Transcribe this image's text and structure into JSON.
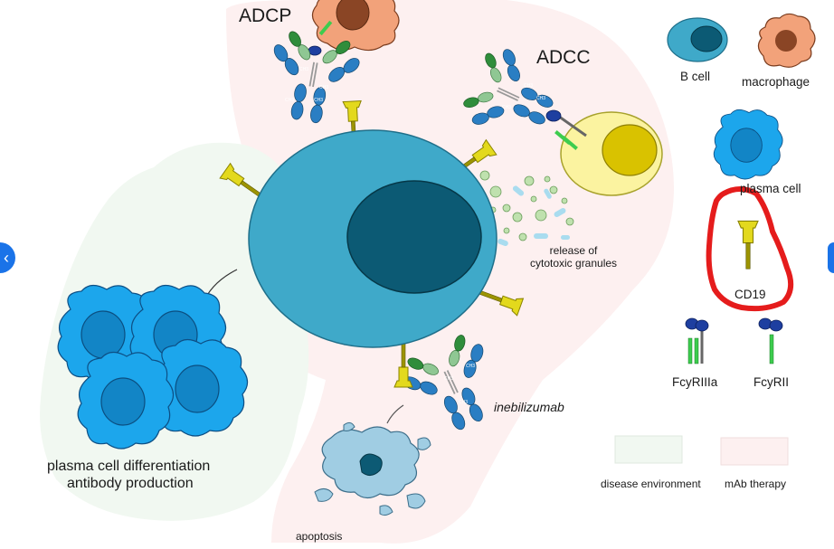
{
  "mechanisms": {
    "adcp": "ADCP",
    "adcc": "ADCC",
    "granules": "release of\ncytotoxic granules",
    "apoptosis": "apoptosis",
    "drug": "inebilizumab",
    "plasma_line1": "plasma cell differentiation",
    "plasma_line2": "antibody production"
  },
  "legend": {
    "b_cell": "B cell",
    "macrophage": "macrophage",
    "plasma_cell": "plasma cell",
    "cd19": "CD19",
    "fcgr3a": "FcyRIIIa",
    "fcgr2": "FcyRII",
    "disease_env": "disease environment",
    "mab_therapy": "mAb therapy"
  },
  "antibody_domain_label": "CH3",
  "colors": {
    "b_cell": "#3fa9c9",
    "b_nucleus": "#0c5a74",
    "mab_zone": "#fdf0f0",
    "disease_zone": "#f1f8f1",
    "cd19": "#e3d91d",
    "antibody_heavy": "#2a7ec3",
    "antibody_light": "#8fc793",
    "macrophage": "#f2a27a",
    "nk_cell": "#fbf3a0",
    "plasma": "#1ca6ec",
    "annotation": "#e51c1c",
    "nav": "#1a73e8"
  },
  "nav": {
    "prev": "‹",
    "next": "›"
  }
}
